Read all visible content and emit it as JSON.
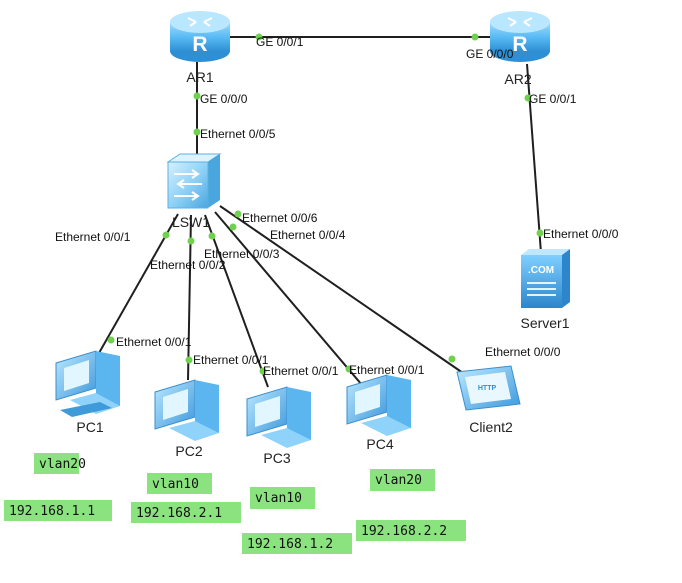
{
  "devices": {
    "ar1": "AR1",
    "ar2": "AR2",
    "lsw1": "LSW1",
    "server1": "Server1",
    "pc1": "PC1",
    "pc2": "PC2",
    "pc3": "PC3",
    "pc4": "PC4",
    "client2": "Client2",
    "router_glyph": "R",
    "server_glyph": ".COM",
    "client_glyph": "HTTP"
  },
  "ports": {
    "ar1_to_ar2": "GE 0/0/1",
    "ar2_to_ar1": "GE 0/0/0",
    "ar1_down": "GE 0/0/0",
    "ar2_down": "GE 0/0/1",
    "lsw1_up": "Ethernet 0/0/5",
    "lsw1_pc1": "Ethernet 0/0/1",
    "lsw1_pc2": "Ethernet 0/0/2",
    "lsw1_pc3": "Ethernet 0/0/3",
    "lsw1_pc4": "Ethernet 0/0/4",
    "lsw1_client2": "Ethernet 0/0/6",
    "server1_port": "Ethernet 0/0/0",
    "pc1_port": "Ethernet 0/0/1",
    "pc2_port": "Ethernet 0/0/1",
    "pc3_port": "Ethernet 0/0/1",
    "pc4_port": "Ethernet 0/0/1",
    "client2_port": "Ethernet 0/0/0"
  },
  "notes": {
    "pc1_vlan": "vlan20",
    "pc2_vlan": "vlan10",
    "pc3_vlan": "vlan10",
    "pc4_vlan": "vlan20",
    "pc1_ip": "192.168.1.1",
    "pc2_ip": "192.168.2.1",
    "pc3_ip": "192.168.1.2",
    "pc4_ip": "192.168.2.2"
  },
  "colors": {
    "link": "#1f1f1f",
    "port_dot": "#6fd14d",
    "note_bg": "#8be37f",
    "device_blue": "#4fb3ef"
  },
  "icons": {
    "router": "router-icon",
    "switch": "switch-icon",
    "server": "server-icon",
    "pc": "pc-icon",
    "client": "client-icon"
  }
}
